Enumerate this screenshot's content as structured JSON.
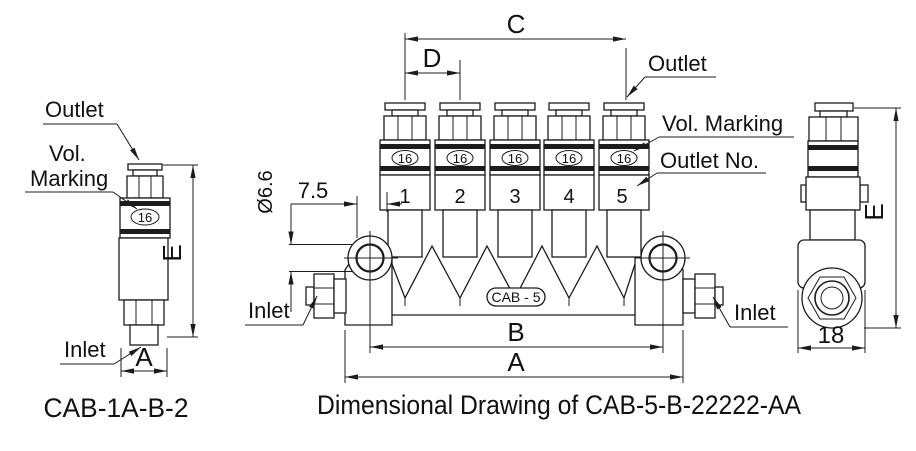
{
  "colors": {
    "background": "#ffffff",
    "line": "#1c1c1c"
  },
  "left_view": {
    "outlet_label": "Outlet",
    "vol_label_line1": "Vol.",
    "vol_label_line2": "Marking",
    "inlet_label": "Inlet",
    "marking_value": "16",
    "dim_e": "E",
    "dim_a": "A",
    "caption": "CAB-1A-B-2"
  },
  "center_view": {
    "dim_c": "C",
    "dim_d": "D",
    "dim_offset": "7.5",
    "dim_hole_dia": "Ø6.6",
    "dim_b": "B",
    "dim_a": "A",
    "outlet_label": "Outlet",
    "vol_marking_label": "Vol. Marking",
    "outlet_no_label": "Outlet No.",
    "inlet_left_label": "Inlet",
    "inlet_right_label": "Inlet",
    "marking_value": "16",
    "outlet_numbers": [
      "1",
      "2",
      "3",
      "4",
      "5"
    ],
    "body_marking": "CAB - 5"
  },
  "right_view": {
    "dim_e": "E",
    "dim_width": "18"
  },
  "caption": "Dimensional Drawing of CAB-5-B-22222-AA"
}
